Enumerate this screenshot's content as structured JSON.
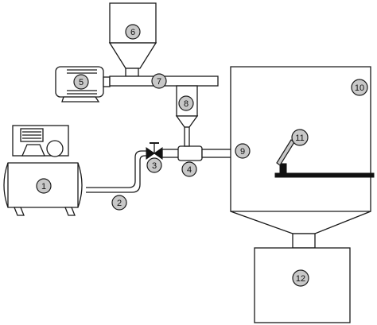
{
  "diagram": {
    "labels": [
      "1",
      "2",
      "3",
      "4",
      "5",
      "6",
      "7",
      "8",
      "9",
      "10",
      "11",
      "12"
    ],
    "label_fill": "#c8c8c8",
    "line_color": "#1a1a1a"
  }
}
